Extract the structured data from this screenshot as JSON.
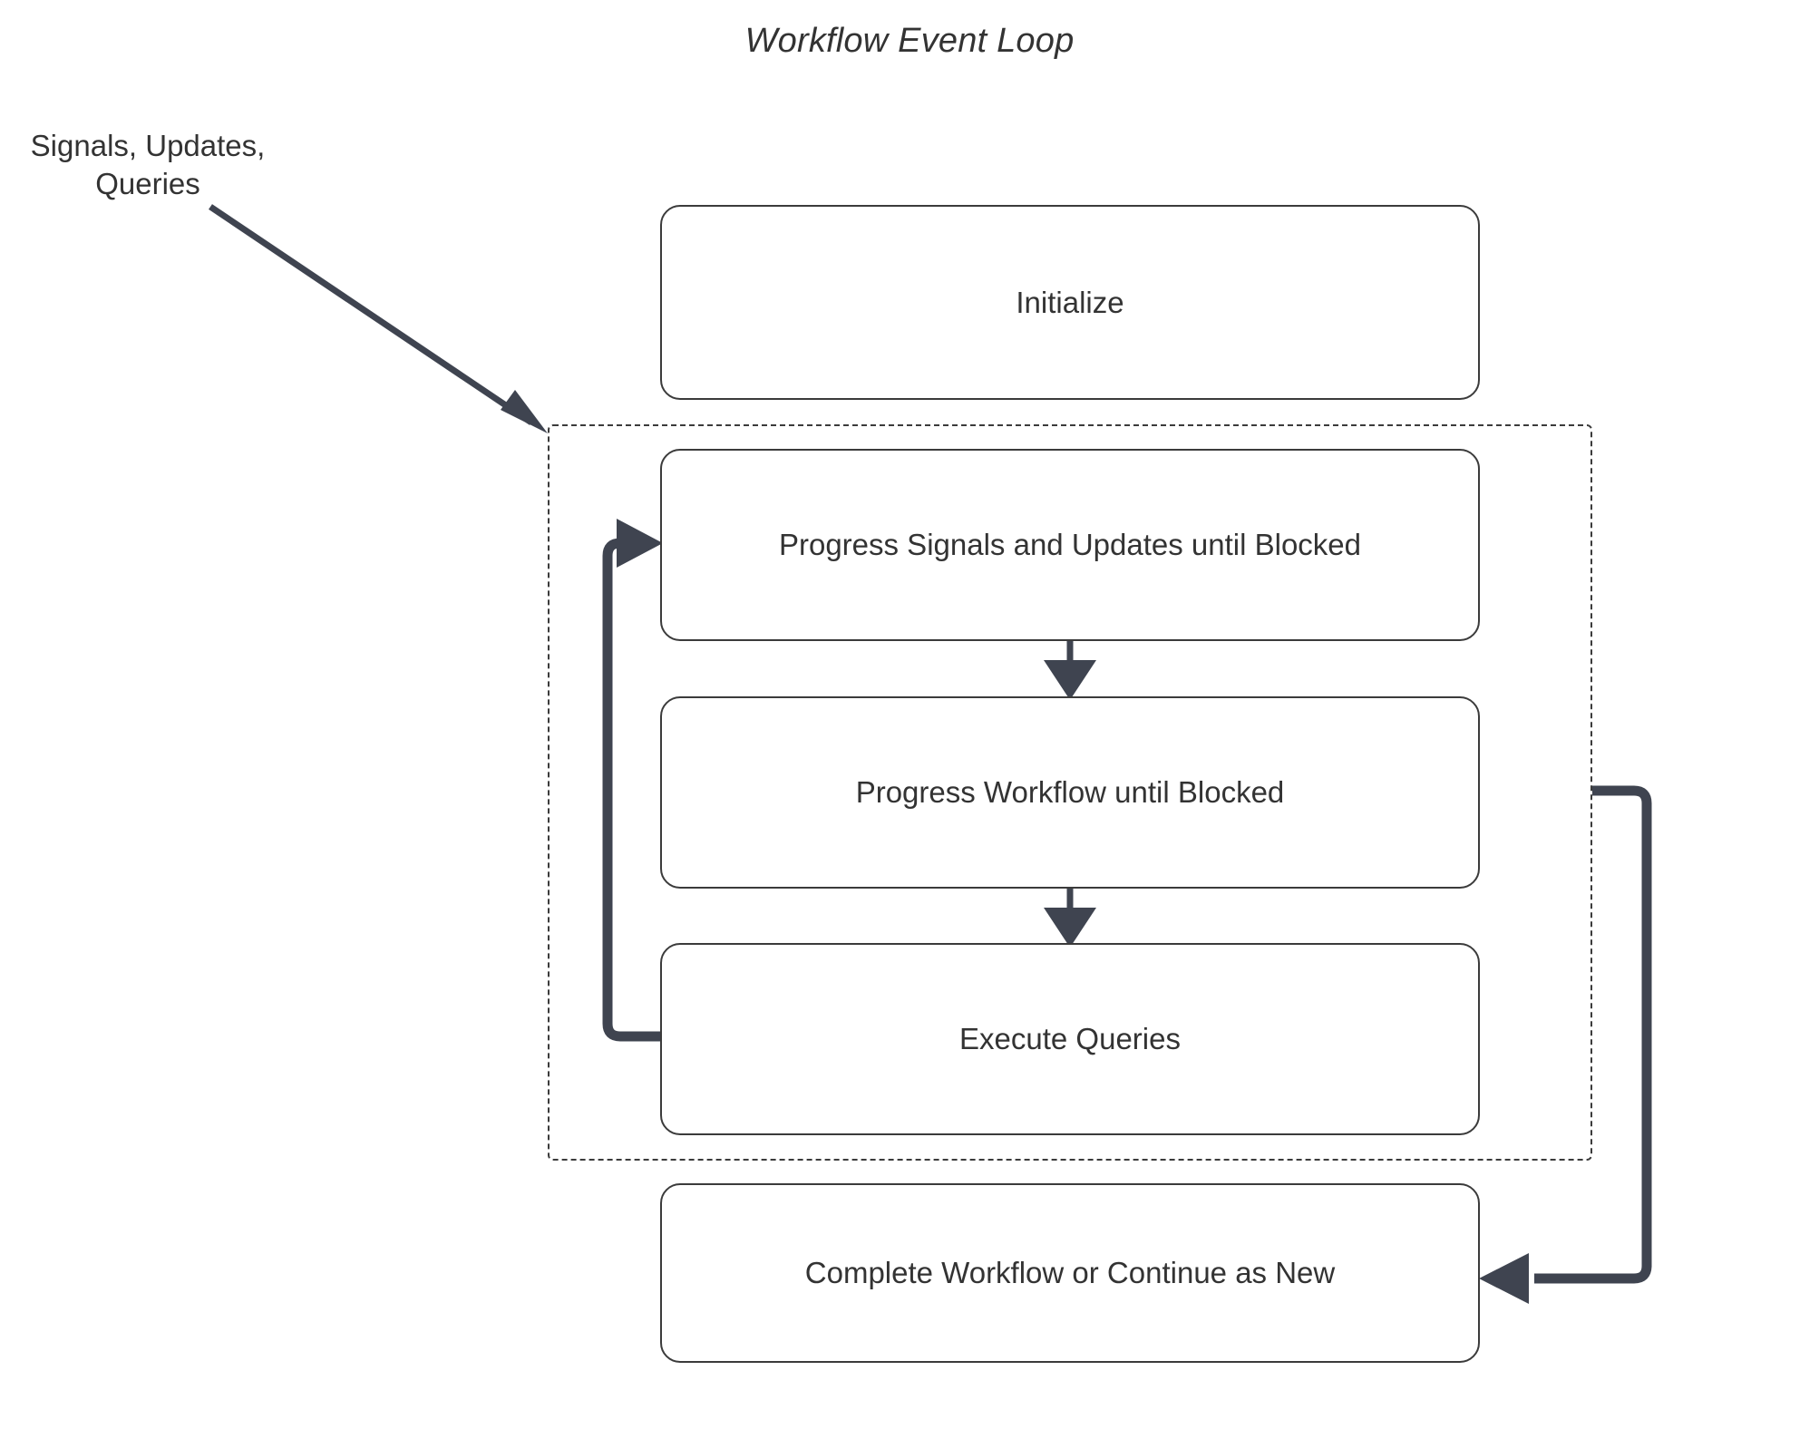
{
  "diagram": {
    "title": "Workflow Event Loop",
    "type": "flowchart",
    "colors": {
      "node_border": "#3b3b3b",
      "node_fill": "#ffffff",
      "connector": "#3f4450",
      "text": "#333333",
      "background": "#ffffff"
    },
    "external_label": {
      "text": "Signals, Updates,\nQueries",
      "name": "signals-updates-queries-label"
    },
    "nodes": [
      {
        "id": "initialize",
        "label": "Initialize"
      },
      {
        "id": "progress-signals",
        "label": "Progress Signals and Updates until Blocked"
      },
      {
        "id": "progress-workflow",
        "label": "Progress Workflow until Blocked"
      },
      {
        "id": "execute-queries",
        "label": "Execute Queries"
      },
      {
        "id": "complete-workflow",
        "label": "Complete Workflow or Continue as New"
      }
    ],
    "loop_container": {
      "style": "dashed",
      "contains": [
        "progress-signals",
        "progress-workflow",
        "execute-queries"
      ]
    },
    "edges": [
      {
        "id": "signals-to-loop",
        "from": "Signals, Updates, Queries",
        "to": "loop-container",
        "style": "diagonal-arrow"
      },
      {
        "id": "progress-signals-to-workflow",
        "from": "progress-signals",
        "to": "progress-workflow",
        "style": "down-arrow"
      },
      {
        "id": "workflow-to-queries",
        "from": "progress-workflow",
        "to": "execute-queries",
        "style": "down-arrow"
      },
      {
        "id": "queries-loop-back",
        "from": "execute-queries",
        "to": "progress-signals",
        "style": "elbow-arrow-left"
      },
      {
        "id": "loop-to-complete",
        "from": "loop-container",
        "to": "complete-workflow",
        "style": "elbow-arrow-right"
      }
    ]
  }
}
